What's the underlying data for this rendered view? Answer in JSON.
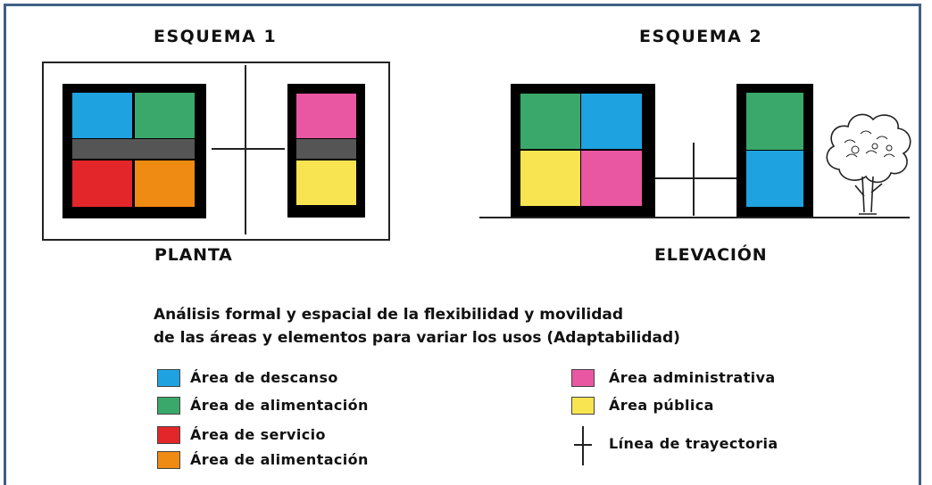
{
  "schema1": {
    "title": "ESQUEMA   1",
    "label": "PLANTA"
  },
  "schema2": {
    "title": "ESQUEMA   2",
    "label": "ELEVACIÓN"
  },
  "caption": {
    "line1": "Análisis formal y espacial de la flexibilidad y movilidad",
    "line2": "de las áreas y elementos para variar los usos (Adaptabilidad)"
  },
  "colors": {
    "descanso": "#1fa2e0",
    "alimentacion_verde": "#3aa86b",
    "servicio": "#e3262a",
    "alimentacion_naranja": "#ef8a12",
    "administrativa": "#e956a1",
    "publica": "#f7e450",
    "circulacion": "#555555",
    "frame": "#3f5f86"
  },
  "legend": {
    "descanso": "Área de descanso",
    "alimentacion1": "Área de alimentación",
    "servicio": "Área de servicio",
    "alimentacion2": "Área de alimentación",
    "administrativa": "Área administrativa",
    "publica": "Área pública",
    "trayectoria": "Línea de trayectoria"
  }
}
